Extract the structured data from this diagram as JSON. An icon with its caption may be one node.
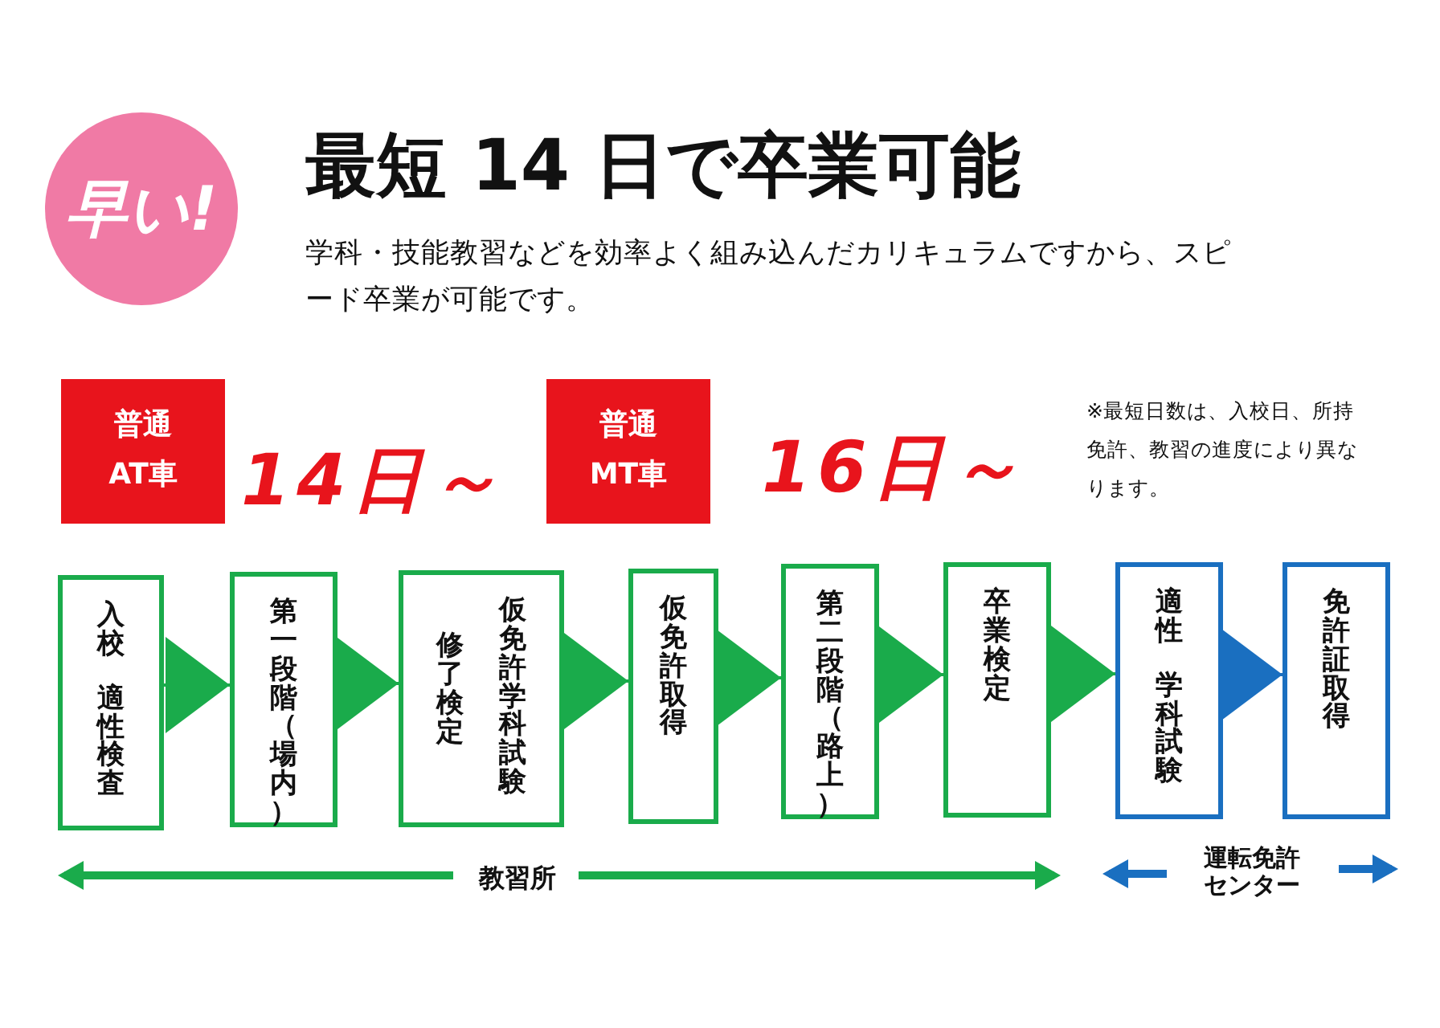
{
  "diagram": {
    "title": "最短 14 日で卒業可能",
    "nodes": [
      {
        "text": [
          "早い!"
        ]
      },
      {
        "text": [
          "普通 AT車"
        ],
        "beside": [
          "14日～"
        ]
      },
      {
        "text": [
          "普通 MT車"
        ],
        "beside": [
          "16日～"
        ]
      },
      {
        "text": [
          "入校",
          "適性検査"
        ]
      },
      {
        "text": [
          "第一段階（場内）"
        ]
      },
      {
        "text": [
          "修了検定",
          "仮免許学科試験"
        ]
      },
      {
        "text": [
          "仮免許取得"
        ]
      },
      {
        "text": [
          "第二段階（路上）"
        ]
      },
      {
        "text": [
          "卒業検定"
        ]
      },
      {
        "text": [
          "適性",
          "学科試験"
        ]
      },
      {
        "text": [
          "免許証取得"
        ]
      }
    ],
    "edges": [
      {
        "from": 3,
        "to": 4,
        "arrow": "to"
      },
      {
        "from": 4,
        "to": 5,
        "arrow": "to"
      },
      {
        "from": 5,
        "to": 6,
        "arrow": "to"
      },
      {
        "from": 6,
        "to": 7,
        "arrow": "to"
      },
      {
        "from": 7,
        "to": 8,
        "arrow": "to"
      },
      {
        "from": 8,
        "to": 9,
        "arrow": "to"
      },
      {
        "from": 9,
        "to": 10,
        "arrow": "to",
        "color": "#1a6fc0"
      }
    ],
    "labels": [
      "学科・技能教習などを効率よく組み込んだカリキュラムですから、スピード卒業が可能です。",
      "※最短日数は、入校日、所持免許、教習の進度により異なります。",
      "教習所",
      "運転免許センター"
    ]
  }
}
